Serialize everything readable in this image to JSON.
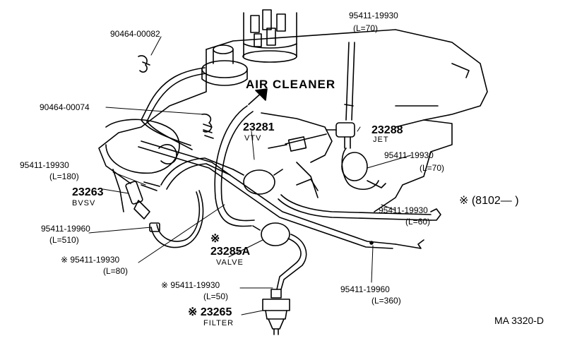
{
  "title_label": "AIR CLEANER",
  "callouts": {
    "c90464_00082": "90464-00082",
    "c95411_19930_top": "95411-19930",
    "c_l70_top": "(L=70)",
    "c90464_00074": "90464-00074",
    "c23281": "23281",
    "c_vtv": "VTV",
    "c23288": "23288",
    "c_jet": "JET",
    "c95411_19930_right": "95411-19930",
    "c_l70_right": "(L=70)",
    "c95411_19930_left": "95411-19930",
    "c_l180": "(L=180)",
    "c23263": "23263",
    "c_bvsv": "BVSV",
    "c95411_19960_left": "95411-19960",
    "c_l510": "(L=510)",
    "c95411_19930_mid": "95411-19930",
    "c_l60": "(L=60)",
    "c_mark_valve": "※",
    "c23285a": "23285A",
    "c_valve": "VALVE",
    "c95411_19930_l80": "※ 95411-19930",
    "c_l80": "(L=80)",
    "c95411_19930_l50": "※ 95411-19930",
    "c_l50": "(L=50)",
    "c23265": "※ 23265",
    "c_filter": "FILTER",
    "c95411_19960_right": "95411-19960",
    "c_l360": "(L=360)"
  },
  "serial_note": "※ (8102—        )",
  "reference_code": "MA  3320-D"
}
